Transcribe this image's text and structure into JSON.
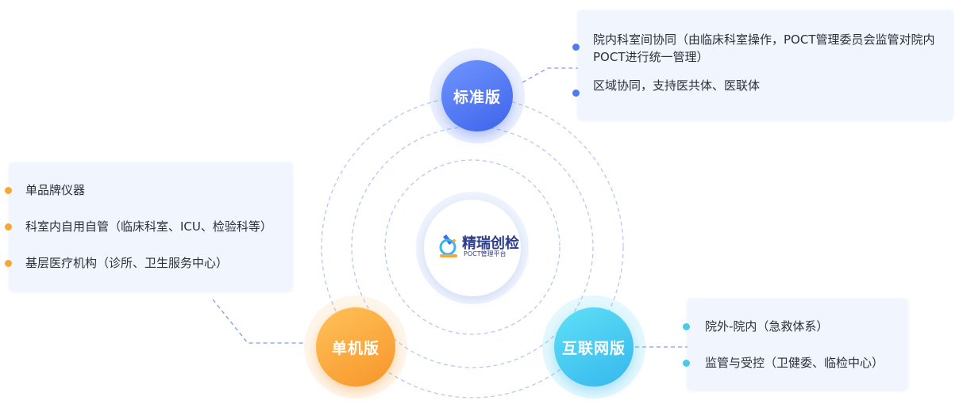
{
  "center": {
    "logo_name": "精瑞创检",
    "logo_subtitle": "POCT管理平台"
  },
  "nodes": {
    "standard": "标准版",
    "single": "单机版",
    "internet": "互联网版"
  },
  "standard_items": [
    "院内科室间协同（由临床科室操作，POCT管理委员会监管对院内POCT进行统一管理）",
    "区域协同，支持医共体、医联体"
  ],
  "single_items": [
    "单品牌仪器",
    "科室内自用自管（临床科室、ICU、检验科等）",
    "基层医疗机构（诊所、卫生服务中心）"
  ],
  "internet_items": [
    "院外-院内（急救体系）",
    "监管与受控（卫健委、临检中心）"
  ],
  "colors": {
    "standard": "#3e63ea",
    "single": "#f7952a",
    "internet": "#35b7ee",
    "card_bg": "#f1f6fe",
    "ring": "#b7c8f2"
  }
}
